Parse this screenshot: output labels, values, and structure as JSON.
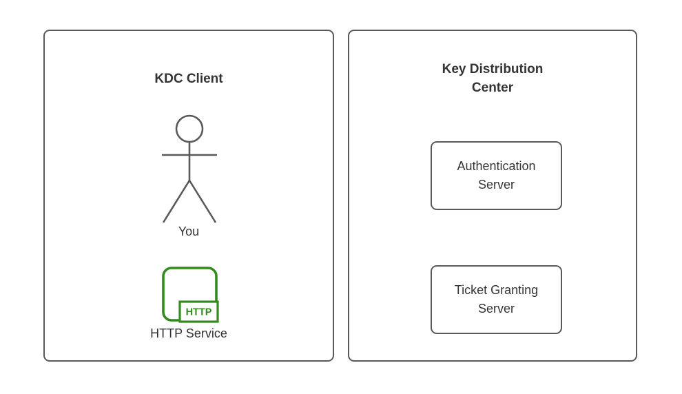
{
  "left_panel": {
    "title": "KDC Client",
    "actor_label": "You",
    "service_label": "HTTP Service",
    "service_badge": "HTTP"
  },
  "right_panel": {
    "title": "Key Distribution Center",
    "servers": [
      {
        "label": "Authentication Server"
      },
      {
        "label": "Ticket Granting Server"
      }
    ]
  },
  "colors": {
    "panel_border": "#595959",
    "box_border": "#595959",
    "stick_figure_stroke": "#595959",
    "text": "#333333",
    "accent_green": "#338A1E",
    "background": "#ffffff"
  }
}
